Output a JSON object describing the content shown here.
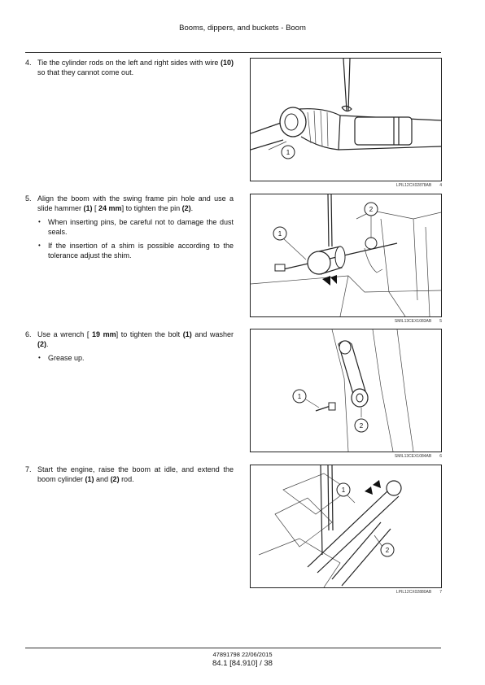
{
  "header": {
    "title": "Booms, dippers, and buckets - Boom"
  },
  "steps": [
    {
      "number": "4.",
      "parts": [
        "Tie the cylinder rods on the left and right sides with wire ",
        "(10)",
        " so that they cannot come out."
      ]
    },
    {
      "number": "5.",
      "parts": [
        "Align the boom with the swing frame pin hole and use a slide hammer ",
        "(1)",
        " [ ",
        "24 mm",
        "] to tighten the pin ",
        "(2)",
        "."
      ],
      "bullets": [
        "When inserting pins, be careful not to damage the dust seals.",
        "If the insertion of a shim is possible according to the tolerance adjust the shim."
      ]
    },
    {
      "number": "6.",
      "parts": [
        "Use a wrench [ ",
        "19 mm",
        "] to tighten the bolt ",
        "(1)",
        " and washer ",
        "(2)",
        "."
      ],
      "bullets": [
        "Grease up."
      ]
    },
    {
      "number": "7.",
      "parts": [
        "Start the engine, raise the boom at idle, and extend the boom cylinder ",
        "(1)",
        " and ",
        "(2)",
        " rod."
      ]
    }
  ],
  "figures": [
    {
      "code": "LPIL12CX02878AB",
      "number": "4",
      "callouts": [
        "1"
      ]
    },
    {
      "code": "SMIL13CEX1083AB",
      "number": "5",
      "callouts": [
        "1",
        "2"
      ]
    },
    {
      "code": "SMIL13CEX1084AB",
      "number": "6",
      "callouts": [
        "1",
        "2"
      ]
    },
    {
      "code": "LPIL12CX02880AB",
      "number": "7",
      "callouts": [
        "1",
        "2"
      ]
    }
  ],
  "footer": {
    "doc_ref": "47891798 22/06/2015",
    "page": "84.1 [84.910] / 38"
  },
  "bullet_glyph": "•"
}
